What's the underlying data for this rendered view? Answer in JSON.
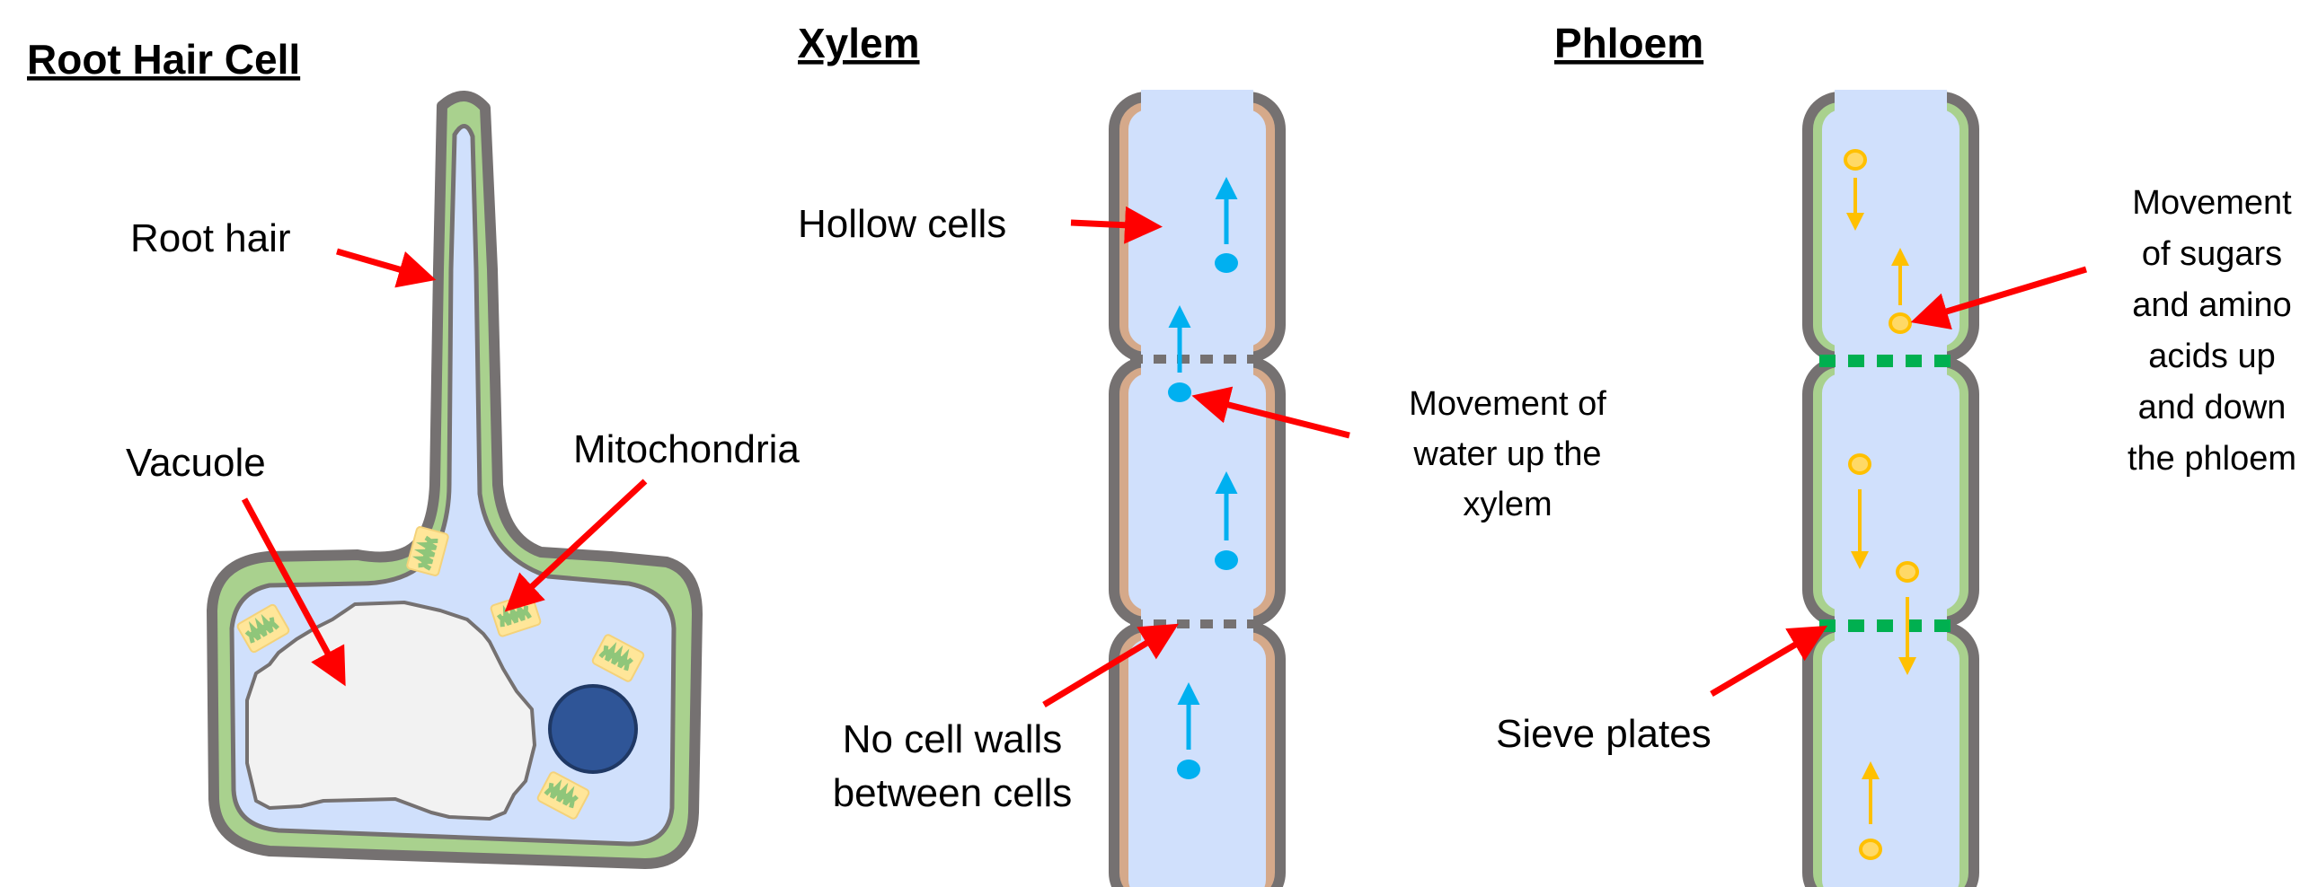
{
  "titles": {
    "root_hair_cell": "Root Hair Cell",
    "xylem": "Xylem",
    "phloem": "Phloem"
  },
  "root_hair_cell": {
    "labels": {
      "root_hair": "Root hair",
      "vacuole": "Vacuole",
      "mitochondria": "Mitochondria"
    }
  },
  "xylem": {
    "labels": {
      "hollow_cells": "Hollow cells",
      "movement": [
        "Movement of",
        "water up the",
        "xylem"
      ],
      "no_walls": [
        "No cell walls",
        "between cells"
      ]
    }
  },
  "phloem": {
    "labels": {
      "movement": [
        "Movement",
        "of sugars",
        "and amino",
        "acids up",
        "and down",
        "the phloem"
      ],
      "sieve_plates": "Sieve plates"
    }
  },
  "colors": {
    "wall": "#757171",
    "cell_wall_green": "#a9d18e",
    "cytoplasm": "#d0e0fc",
    "vacuole": "#f2f2f2",
    "nucleus": "#2f5597",
    "xylem_lignin": "#d5a98a",
    "water": "#00b0f0",
    "sugar": "#ffc000",
    "sieve_plate": "#00b050",
    "pointer": "#ff0000"
  }
}
